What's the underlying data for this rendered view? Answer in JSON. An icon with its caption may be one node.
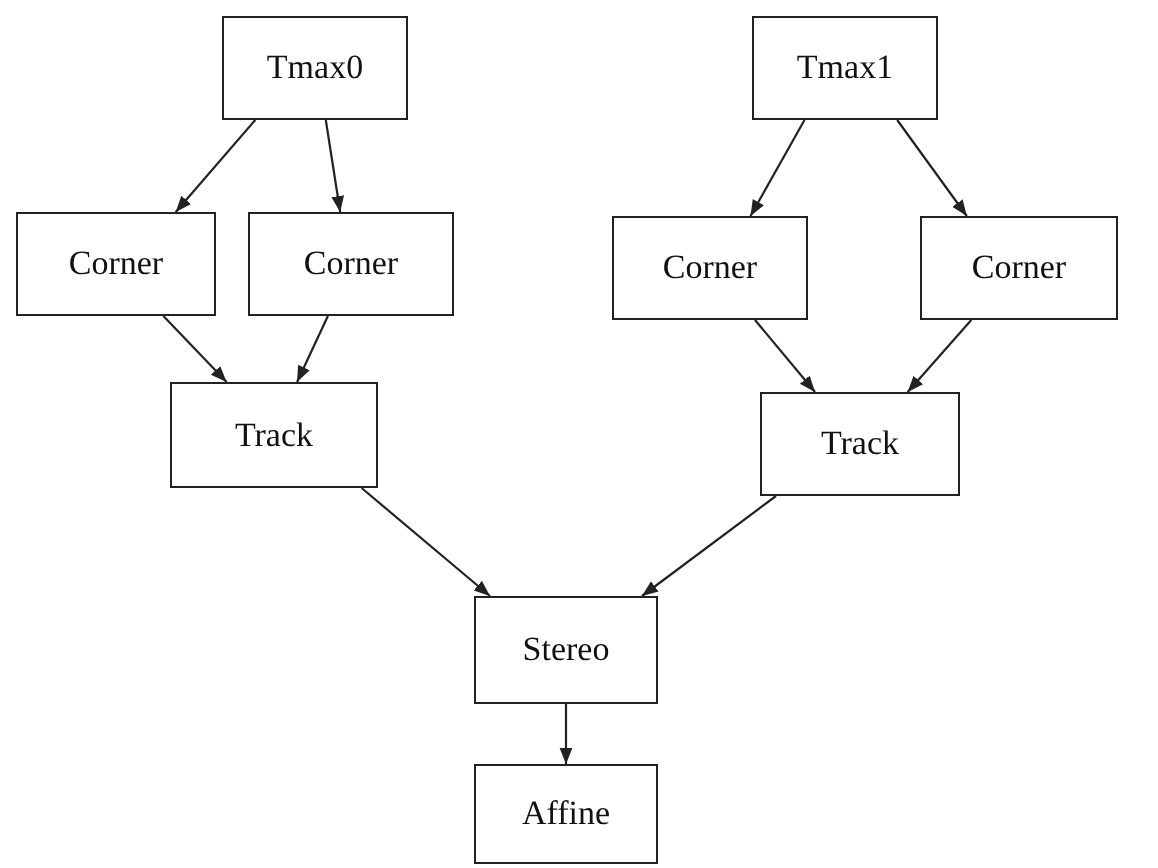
{
  "diagram": {
    "nodes": [
      {
        "text": [
          "Tmax0"
        ]
      },
      {
        "text": [
          "Tmax1"
        ]
      },
      {
        "text": [
          "Corner"
        ]
      },
      {
        "text": [
          "Corner"
        ]
      },
      {
        "text": [
          "Corner"
        ]
      },
      {
        "text": [
          "Corner"
        ]
      },
      {
        "text": [
          "Track"
        ]
      },
      {
        "text": [
          "Track"
        ]
      },
      {
        "text": [
          "Stereo"
        ]
      },
      {
        "text": [
          "Affine"
        ]
      }
    ],
    "edges": [
      {
        "from": 0,
        "to": 2,
        "arrow": "to"
      },
      {
        "from": 0,
        "to": 3,
        "arrow": "to"
      },
      {
        "from": 1,
        "to": 4,
        "arrow": "to"
      },
      {
        "from": 1,
        "to": 5,
        "arrow": "to"
      },
      {
        "from": 2,
        "to": 6,
        "arrow": "to"
      },
      {
        "from": 3,
        "to": 6,
        "arrow": "to"
      },
      {
        "from": 4,
        "to": 7,
        "arrow": "to"
      },
      {
        "from": 5,
        "to": 7,
        "arrow": "to"
      },
      {
        "from": 6,
        "to": 8,
        "arrow": "to"
      },
      {
        "from": 7,
        "to": 8,
        "arrow": "to"
      },
      {
        "from": 8,
        "to": 9,
        "arrow": "to"
      }
    ]
  }
}
